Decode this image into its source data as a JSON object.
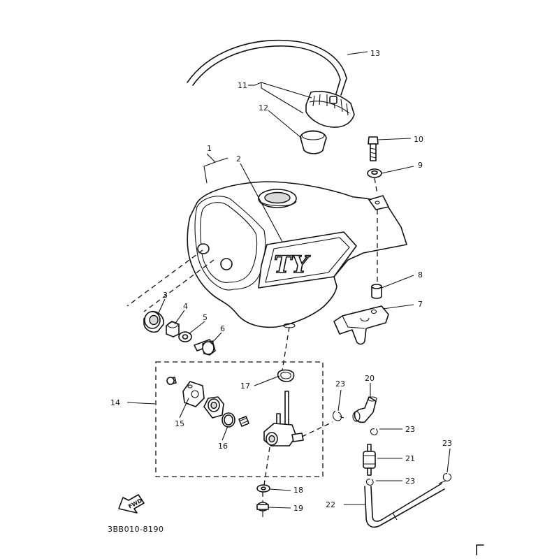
{
  "diagram": {
    "callouts": [
      {
        "id": "1",
        "label": "1"
      },
      {
        "id": "2",
        "label": "2"
      },
      {
        "id": "3",
        "label": "3"
      },
      {
        "id": "4",
        "label": "4"
      },
      {
        "id": "5",
        "label": "5"
      },
      {
        "id": "6",
        "label": "6"
      },
      {
        "id": "7",
        "label": "7"
      },
      {
        "id": "8",
        "label": "8"
      },
      {
        "id": "9",
        "label": "9"
      },
      {
        "id": "10",
        "label": "10"
      },
      {
        "id": "11",
        "label": "11"
      },
      {
        "id": "12",
        "label": "12"
      },
      {
        "id": "13",
        "label": "13"
      },
      {
        "id": "14",
        "label": "14"
      },
      {
        "id": "15",
        "label": "15"
      },
      {
        "id": "16",
        "label": "16"
      },
      {
        "id": "17",
        "label": "17"
      },
      {
        "id": "18",
        "label": "18"
      },
      {
        "id": "19",
        "label": "19"
      },
      {
        "id": "20",
        "label": "20"
      },
      {
        "id": "21",
        "label": "21"
      },
      {
        "id": "22",
        "label": "22"
      },
      {
        "id": "23a",
        "label": "23"
      },
      {
        "id": "23b",
        "label": "23"
      },
      {
        "id": "23c",
        "label": "23"
      },
      {
        "id": "23d",
        "label": "23"
      }
    ],
    "tank_lettering": "TY",
    "fwd_arrow_label": "FWD",
    "drawing_code": "3BB010-8190"
  }
}
